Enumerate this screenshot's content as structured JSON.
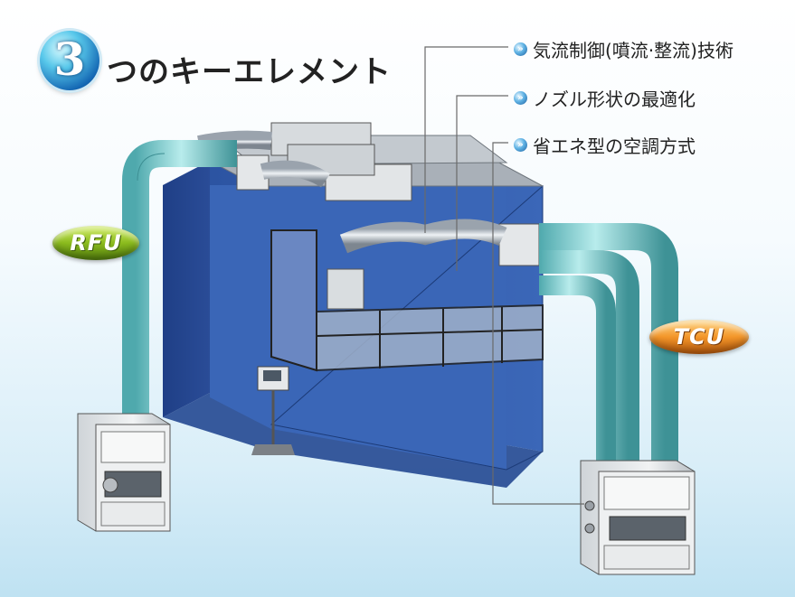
{
  "heading": {
    "number": "3",
    "text": "つのキーエレメント"
  },
  "callouts": [
    {
      "icon": "droplet-icon",
      "label": "気流制御(噴流·整流)技術"
    },
    {
      "icon": "droplet-icon",
      "label": "ノズル形状の最適化"
    },
    {
      "icon": "droplet-icon",
      "label": "省エネ型の空調方式"
    }
  ],
  "tags": {
    "rfu": "RFU",
    "tcu": "TCU"
  },
  "colors": {
    "chamber": "#2f58a8",
    "duct": "#7fd0d4",
    "rfu_tag": "#8bbb1e",
    "tcu_tag": "#f3962a"
  }
}
